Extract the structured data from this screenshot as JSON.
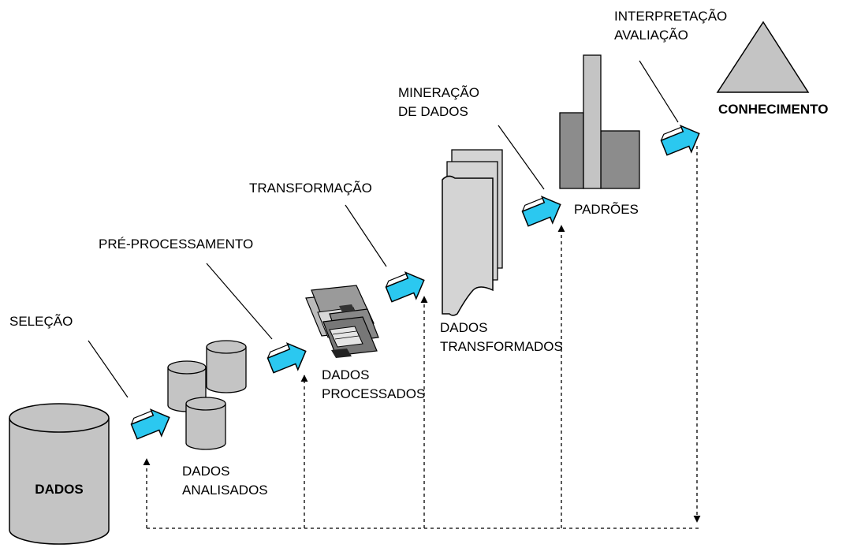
{
  "labels": {
    "selecao": "SELEÇÃO",
    "pre_processamento": "PRÉ-PROCESSAMENTO",
    "transformacao": "TRANSFORMAÇÃO",
    "mineracao_line1": "MINERAÇÃO",
    "mineracao_line2": "DE DADOS",
    "interpretacao": "INTERPRETAÇÃO",
    "avaliacao": "AVALIAÇÃO"
  },
  "stages": {
    "dados": "DADOS",
    "dados_analisados_line1": "DADOS",
    "dados_analisados_line2": "ANALISADOS",
    "dados_processados_line1": "DADOS",
    "dados_processados_line2": "PROCESSADOS",
    "dados_transformados_line1": "DADOS",
    "dados_transformados_line2": "TRANSFORMADOS",
    "padroes": "PADRÕES",
    "conhecimento": "CONHECIMENTO"
  },
  "colors": {
    "arrow_fill": "#2bc8f0",
    "cylinder_fill": "#c4c4c4",
    "doc_fill": "#d4d4d4",
    "bar_dark": "#8c8c8c",
    "bar_light": "#c4c4c4",
    "triangle_fill": "#c4c4c4"
  }
}
